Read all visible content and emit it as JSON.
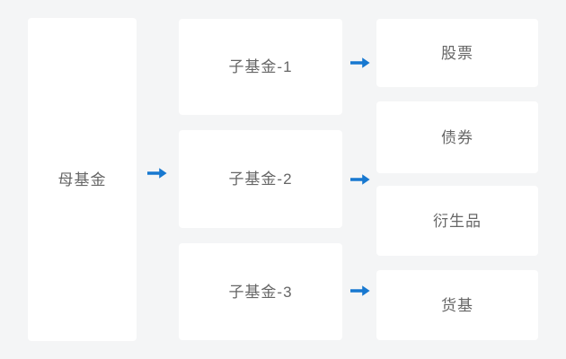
{
  "diagram": {
    "type": "flow-diagram",
    "background_color": "#f4f5f6",
    "box_color": "#ffffff",
    "label_color": "#666666",
    "arrow_color": "#1778d0",
    "columns": [
      {
        "name": "parent-fund-column",
        "nodes": [
          {
            "id": "parent-fund",
            "label": "母基金"
          }
        ]
      },
      {
        "name": "sub-fund-column",
        "nodes": [
          {
            "id": "sub-fund-1",
            "label": "子基金-1"
          },
          {
            "id": "sub-fund-2",
            "label": "子基金-2"
          },
          {
            "id": "sub-fund-3",
            "label": "子基金-3"
          }
        ]
      },
      {
        "name": "asset-class-column",
        "nodes": [
          {
            "id": "asset-1",
            "label": "股票"
          },
          {
            "id": "asset-2",
            "label": "债券"
          },
          {
            "id": "asset-3",
            "label": "衍生品"
          },
          {
            "id": "asset-4",
            "label": "货基"
          }
        ]
      }
    ],
    "connectors": [
      {
        "id": "arrow-parent-to-sub",
        "icon": "arrow-right-icon",
        "from": "parent-fund",
        "to": "sub-fund-column"
      },
      {
        "id": "arrow-sub1-to-asset",
        "icon": "arrow-right-icon",
        "from": "sub-fund-1",
        "to": "asset-1"
      },
      {
        "id": "arrow-sub2-to-asset",
        "icon": "arrow-right-icon",
        "from": "sub-fund-2",
        "to": "asset-2"
      },
      {
        "id": "arrow-sub3-to-asset",
        "icon": "arrow-right-icon",
        "from": "sub-fund-3",
        "to": "asset-4"
      }
    ]
  }
}
